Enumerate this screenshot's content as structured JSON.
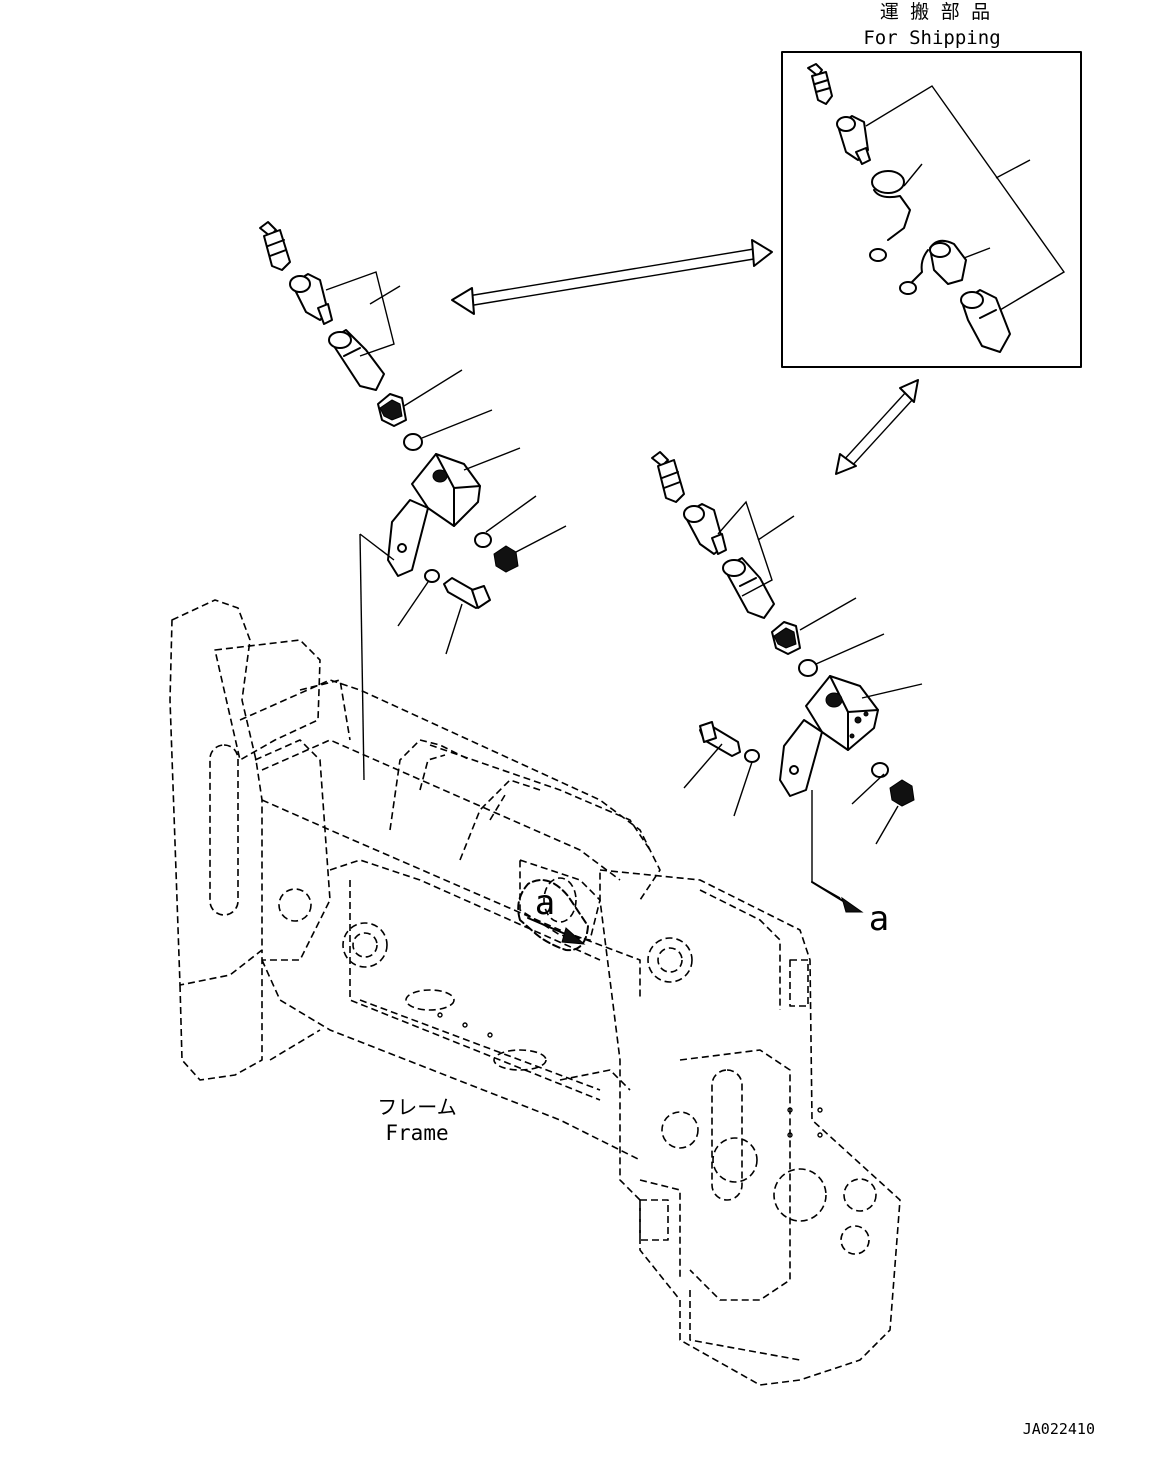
{
  "shipping_box": {
    "title_jp": "運 搬 部 品",
    "title_en": "For Shipping"
  },
  "frame_label": {
    "jp": "フレーム",
    "en": "Frame"
  },
  "reference_marks": {
    "near_frame": "a",
    "near_assembly": "a"
  },
  "drawing_code": "JA022410"
}
